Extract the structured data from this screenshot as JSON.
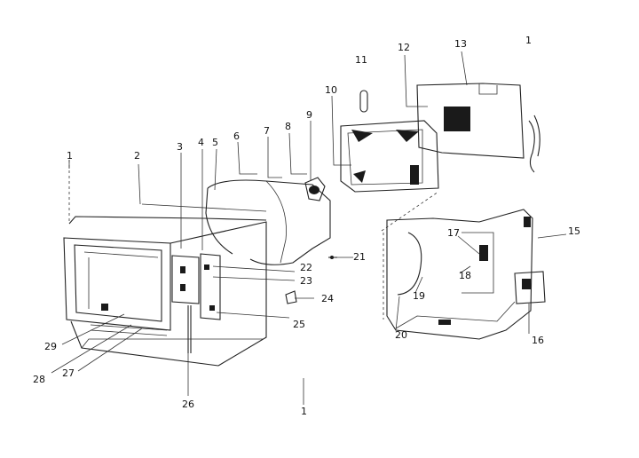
{
  "diagram": {
    "callouts": [
      "1",
      "2",
      "3",
      "4",
      "5",
      "6",
      "7",
      "8",
      "9",
      "10",
      "11",
      "12",
      "13",
      "1",
      "15",
      "16",
      "17",
      "18",
      "19",
      "20",
      "21",
      "22",
      "23",
      "24",
      "25",
      "26",
      "27",
      "28",
      "29",
      "1"
    ]
  }
}
